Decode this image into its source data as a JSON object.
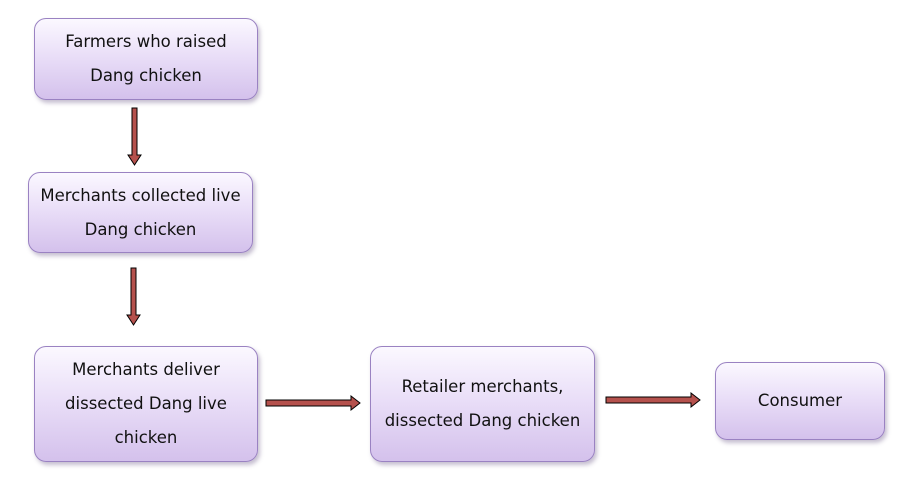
{
  "nodes": {
    "farmers": "Farmers who raised Dang chicken",
    "collectors": "Merchants collected live Dang chicken",
    "deliverers": "Merchants deliver dissected Dang live chicken",
    "retailers": "Retailer merchants, dissected Dang chicken",
    "consumer": "Consumer"
  },
  "colors": {
    "arrow_fill": "#b5514d",
    "arrow_outline": "#000000",
    "box_border": "#9a82c2",
    "box_fill_light": "#fbf8ff",
    "box_fill_dark": "#d4c1ec"
  }
}
